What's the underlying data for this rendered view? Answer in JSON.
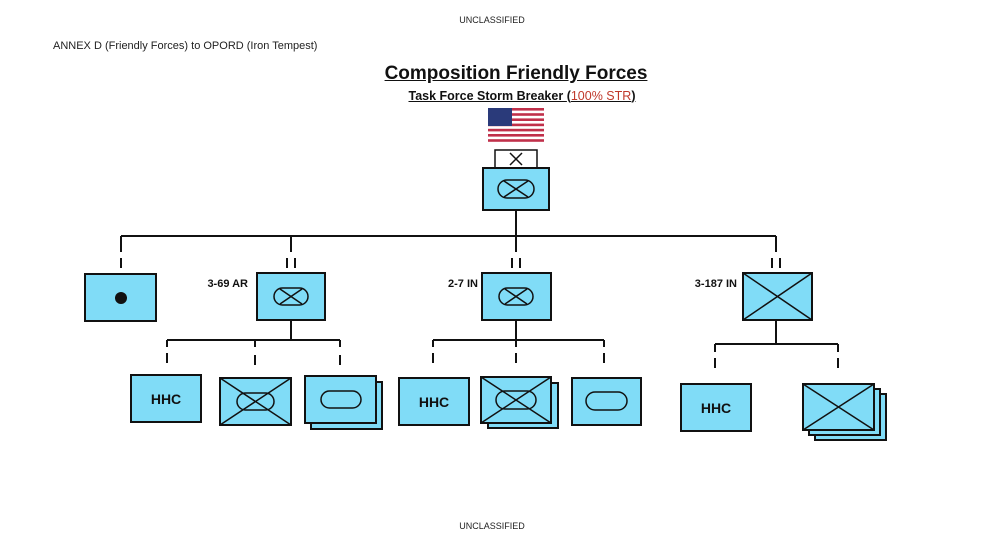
{
  "header": {
    "classification": "UNCLASSIFIED",
    "annex": "ANNEX D (Friendly Forces) to OPORD (Iron Tempest)"
  },
  "title": "Composition Friendly Forces",
  "subtitle": {
    "text": "Task Force Storm Breaker ",
    "open": "(",
    "strength": "100% STR",
    "close": ")"
  },
  "colors": {
    "unit_fill": "#80dcf7",
    "strength": "#c0392b"
  },
  "units": {
    "bn1": {
      "label": "3-69 AR",
      "hhc": "HHC"
    },
    "bn2": {
      "label": "2-7 IN",
      "hhc": "HHC"
    },
    "bn3": {
      "label": "3-187 IN",
      "hhc": "HHC"
    }
  },
  "footer": {
    "classification": "UNCLASSIFIED"
  }
}
